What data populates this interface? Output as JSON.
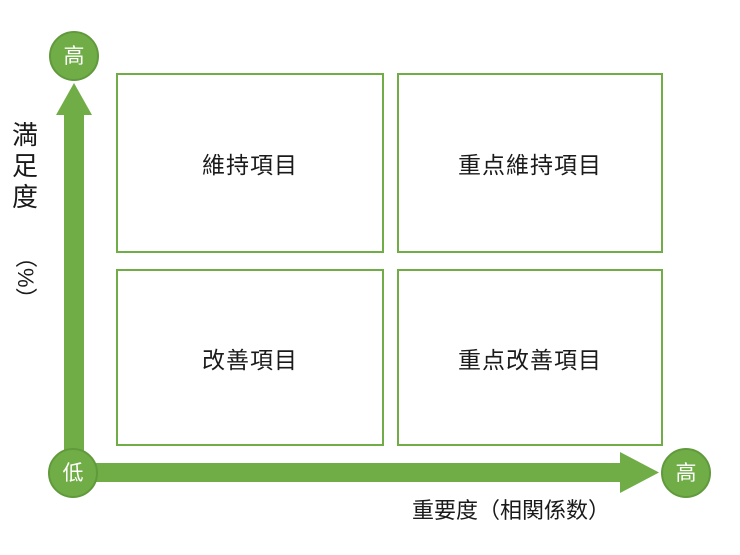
{
  "diagram": {
    "type": "2x2-quadrant-matrix",
    "background": "#ffffff"
  },
  "colors": {
    "arrow_green": "#70AD47",
    "circle_border_green": "#619A3C",
    "box_border_green": "#70AD47",
    "text_black": "#1a1a1a",
    "endpoint_text_white": "#ffffff"
  },
  "y_axis": {
    "label_main": "満足度",
    "label_unit": "（%）",
    "top_endpoint": "高",
    "bottom_endpoint": "低"
  },
  "x_axis": {
    "label": "重要度（相関係数）",
    "right_endpoint": "高"
  },
  "quadrants": [
    {
      "position": "top-left",
      "label": "維持項目"
    },
    {
      "position": "top-right",
      "label": "重点維持項目"
    },
    {
      "position": "bottom-left",
      "label": "改善項目"
    },
    {
      "position": "bottom-right",
      "label": "重点改善項目"
    }
  ]
}
